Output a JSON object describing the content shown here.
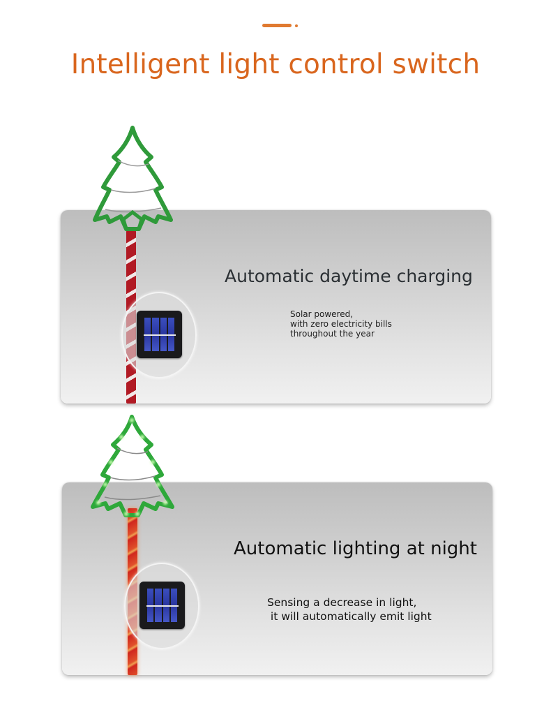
{
  "header": {
    "title": "Intelligent light control switch",
    "accent_color": "#d9661e"
  },
  "features": [
    {
      "heading": "Automatic daytime charging",
      "body": "Solar powered,\nwith zero electricity bills\nthroughout the year",
      "image": "tree-stake-light-day"
    },
    {
      "heading": "Automatic lighting at night",
      "body": "Sensing a decrease in light,\n it will automatically emit light",
      "image": "tree-stake-light-night"
    }
  ],
  "icons": {
    "tree": "christmas-tree-icon",
    "solar_panel": "solar-panel-icon"
  }
}
